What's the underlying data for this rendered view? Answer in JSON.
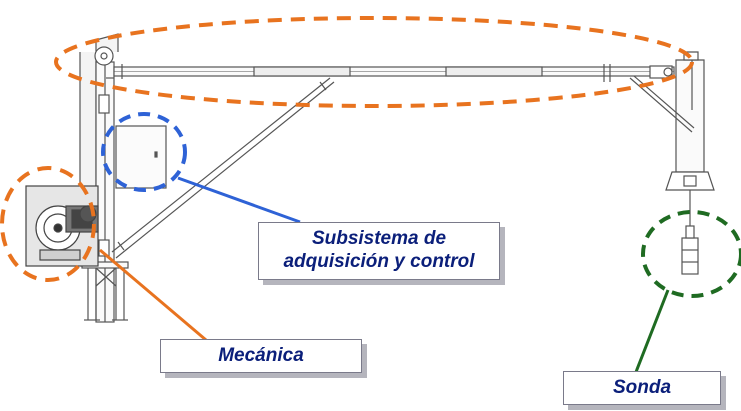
{
  "labels": {
    "subsistema_line1": "Subsistema de",
    "subsistema_line2": "adquisición y control",
    "mecanica": "Mecánica",
    "sonda": "Sonda"
  },
  "colors": {
    "mechanics_highlight": "#e8731f",
    "acquisition_highlight": "#2e62d6",
    "probe_highlight": "#1f6b22",
    "label_text": "#0b1f7a",
    "drawing_lines": "#555555"
  }
}
